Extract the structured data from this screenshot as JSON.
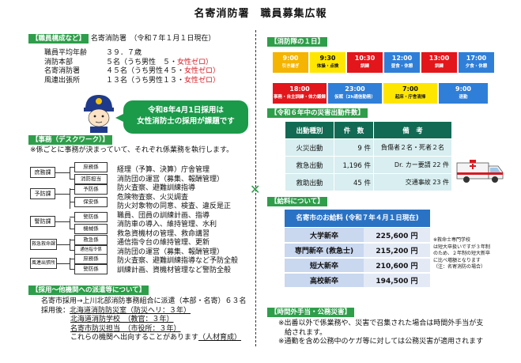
{
  "title": "名寄消防署　職員募集広報",
  "staff": {
    "tag": "【職員構成など】",
    "header": "名寄消防署　（令和７年１月１日現在）",
    "rows": [
      {
        "label": "職員平均年齢",
        "value": "３９．７歳",
        "male": "",
        "female": ""
      },
      {
        "label": "消防本部",
        "value": "５名（うち男性　５・",
        "male": "",
        "female": "女性ゼロ）"
      },
      {
        "label": "名寄消防署",
        "value": "４５名（うち男性４５・",
        "male": "",
        "female": "女性ゼロ）"
      },
      {
        "label": "風連出張所",
        "value": "１３名（うち男性１３・",
        "male": "",
        "female": "女性ゼロ）"
      }
    ],
    "bubble_line1": "令和8年4月1日採用は",
    "bubble_line2": "女性消防士の採用が課題です"
  },
  "jimu": {
    "tag": "【事務（デスクワーク）】",
    "note": "※係ごとに事務が決まっていて、それぞれ係業務を執行します。",
    "groups": [
      "庶務課",
      "予防課",
      "警防課",
      "救急救命課",
      "風連出張所"
    ],
    "subs": [
      "庶務係",
      "消防担当",
      "予防係",
      "保安係",
      "警防係",
      "機械係",
      "救急係",
      "通信指令係",
      "庶務係",
      "警防係"
    ],
    "duties": [
      "経理（予算、決算）庁舎管理",
      "消防団の運営（募集、報酬管理）",
      "防火査察、避難訓練指導",
      "危険物査察、火災調査",
      "防火対象物の同意、検査、違反是正",
      "職員、団員の訓練計画、指導",
      "消防車の導入、維持管理、水利",
      "救急資機材の管理、救命講習",
      "通信指令台の維持管理、更新",
      "消防団の運営（募集、報酬管理）",
      "防火査察、避難訓練指導など予防全般",
      "訓練計画、資機材管理など警防全般"
    ]
  },
  "haken": {
    "tag": "【採用～他機関への派遣等について】",
    "line1": "名寄市採用→上川北部消防事務組合に派遣（本部・名寄）６３名",
    "line2_label": "採用後：",
    "line2": "北海道消防防災室（防災ヘリ：３年）",
    "line3": "北海道消防学校　（教官：３年）",
    "line4": "名寄市防災担当　（市役所：３年）",
    "line5": "これらの機関へ出向することがあります",
    "line5b": "（人材育成）"
  },
  "day": {
    "tag": "【消防隊の１日】",
    "row1": [
      {
        "time": "9:00",
        "text": "引き継ぎ",
        "bg": "#f4b400",
        "fg": "#ffffff"
      },
      {
        "time": "9:30",
        "text": "体操・点検",
        "bg": "#ffe600",
        "fg": "#111111"
      },
      {
        "time": "10:30",
        "text": "訓練",
        "bg": "#e3161b",
        "fg": "#ffffff"
      },
      {
        "time": "12:00",
        "text": "昼食・休憩",
        "bg": "#2f7fd8",
        "fg": "#ffffff"
      },
      {
        "time": "13:00",
        "text": "訓練",
        "bg": "#e3161b",
        "fg": "#ffffff"
      },
      {
        "time": "17:00",
        "text": "夕食・休憩",
        "bg": "#2f7fd8",
        "fg": "#ffffff"
      }
    ],
    "row2": [
      {
        "time": "18:00",
        "text": "事務・自主訓練・体力鍛錬",
        "bg": "#e3161b",
        "fg": "#ffffff"
      },
      {
        "time": "23:00",
        "text": "仮眠（2h通信勤務）",
        "bg": "#2f7fd8",
        "fg": "#ffffff"
      },
      {
        "time": "7:00",
        "text": "起床・庁舎清掃",
        "bg": "#ffe600",
        "fg": "#111111"
      },
      {
        "time": "9:00",
        "text": "退勤",
        "bg": "#2f7fd8",
        "fg": "#ffffff"
      }
    ]
  },
  "disaster": {
    "tag": "【令和６年中の災害出動件数】",
    "headers": [
      "出動種別",
      "件　数",
      "備　考"
    ],
    "rows": [
      [
        "火災出動",
        "9 件",
        "負傷者２名・死者２名"
      ],
      [
        "救急出動",
        "1,196 件",
        "Dr. カー要請 22 件"
      ],
      [
        "救助出動",
        "45 件",
        "交通事故 23 件"
      ]
    ]
  },
  "salary": {
    "tag": "【給料について】",
    "header": "名寄市のお給料 (令和７年４月１日現在)",
    "rows": [
      [
        "大学新卒",
        "225,600 円"
      ],
      [
        "専門新卒 (救急士)",
        "215,200 円"
      ],
      [
        "短大新卒",
        "210,600 円"
      ],
      [
        "高校新卒",
        "194,500 円"
      ]
    ],
    "note": [
      "※救命士専門学校",
      "は短大卒扱いですが３年制",
      "のため、２年制の短大新卒",
      "に比べ増額となります",
      "（注：名寄消防の場合）"
    ]
  },
  "overtime": {
    "tag": "【時間外手当・公務災害】",
    "line1": "※出番以外で係業務や、災害で召集された場合は時間外手当が支",
    "line1b": "給されます。",
    "line2": "※通勤を含め公務中のケガ等に対しては公務災害が適用されます"
  }
}
